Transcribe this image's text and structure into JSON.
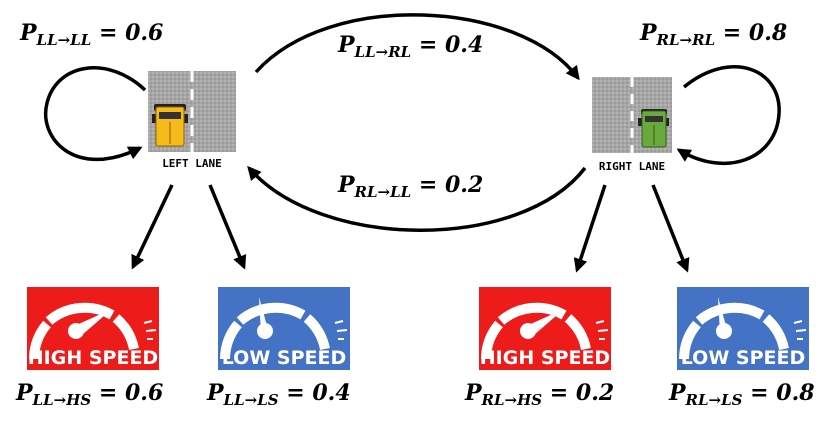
{
  "colors": {
    "high_speed_bg": "#ee1b1b",
    "low_speed_bg": "#4472c4",
    "road": "#a6a6a6",
    "left_car": "#f6bb1a",
    "right_car": "#6aaa3c",
    "arrow": "#000000"
  },
  "lanes": {
    "left_label": "LEFT LANE",
    "right_label": "RIGHT LANE"
  },
  "badges": {
    "high_speed": "HIGH SPEED",
    "low_speed": "LOW SPEED",
    "icon": "speedometer-icon"
  },
  "probabilities": {
    "ll_ll": {
      "p": "P",
      "sub": "LL→LL",
      "rest": " = 0.6"
    },
    "rl_rl": {
      "p": "P",
      "sub": "RL→RL",
      "rest": " = 0.8"
    },
    "ll_rl": {
      "p": "P",
      "sub": "LL→RL",
      "rest": " = 0.4"
    },
    "rl_ll": {
      "p": "P",
      "sub": "RL→LL",
      "rest": " = 0.2"
    },
    "ll_hs": {
      "p": "P",
      "sub": "LL→HS",
      "rest": " = 0.6"
    },
    "ll_ls": {
      "p": "P",
      "sub": "LL→LS",
      "rest": " = 0.4"
    },
    "rl_hs": {
      "p": "P",
      "sub": "RL→HS",
      "rest": " = 0.2"
    },
    "rl_ls": {
      "p": "P",
      "sub": "RL→LS",
      "rest": " = 0.8"
    }
  }
}
